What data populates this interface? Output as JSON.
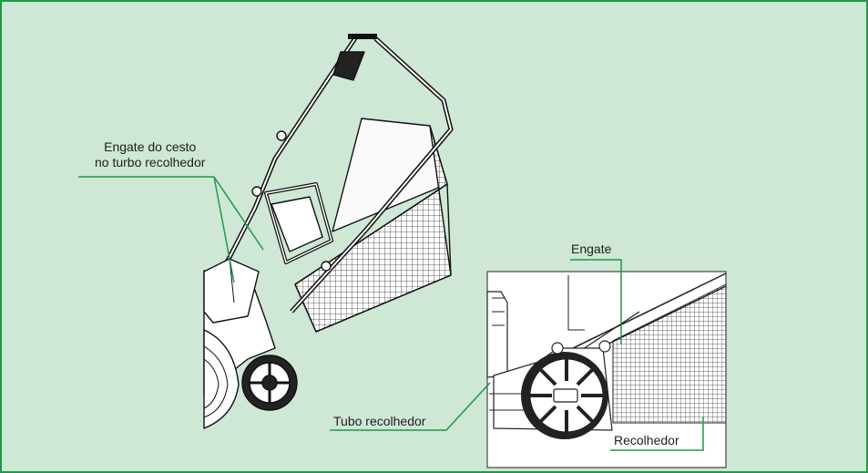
{
  "callouts": {
    "basket_hitch_line1": "Engate do cesto",
    "basket_hitch_line2": "no turbo recolhedor",
    "hitch": "Engate",
    "collector_tube": "Tubo recolhedor",
    "collector": "Recolhedor"
  },
  "colors": {
    "frame_border": "#1a9a4a",
    "background": "#cfe7d5",
    "leader_line": "#1a9a4a"
  }
}
